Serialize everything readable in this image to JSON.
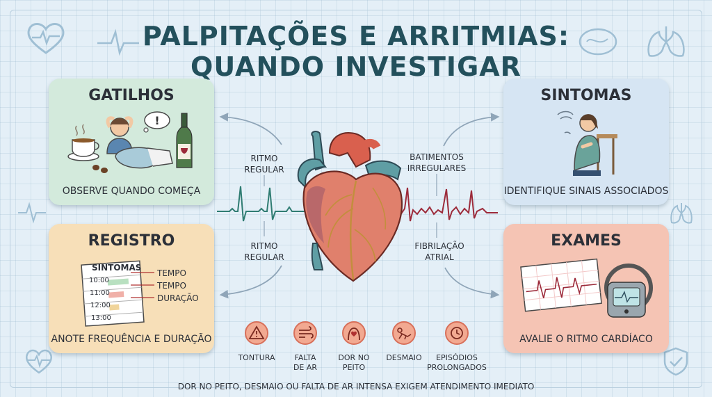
{
  "title": {
    "line1": "PALPITAÇÕES E ARRITMIAS:",
    "line2": "QUANDO INVESTIGAR"
  },
  "panels": {
    "gatilhos": {
      "title": "GATILHOS",
      "caption": "OBSERVE QUANDO COMEÇA"
    },
    "sintomas": {
      "title": "SINTOMAS",
      "caption": "IDENTIFIQUE SINAIS ASSOCIADOS"
    },
    "registro": {
      "title": "REGISTRO",
      "caption": "ANOTE FREQUÊNCIA E DURAÇÃO",
      "log_header": "SINTOMAS",
      "times": [
        "10:00",
        "11:00",
        "12:00",
        "13:00"
      ],
      "annotations": [
        "TEMPO",
        "TEMPO",
        "DURAÇÃO"
      ]
    },
    "exames": {
      "title": "EXAMES",
      "caption": "AVALIE O RITMO CARDÍACO"
    }
  },
  "center_labels": {
    "ritmo_top": "RITMO\nREGULAR",
    "ritmo_bottom": "RITMO\nREGULAR",
    "batimentos": "BATIMENTOS\nIRREGULARES",
    "fibrilacao": "FIBRILAÇÃO\nATRIAL"
  },
  "symptoms": [
    {
      "label": "TONTURA",
      "icon": "warning-icon"
    },
    {
      "label": "FALTA\nDE AR",
      "icon": "wind-icon"
    },
    {
      "label": "DOR NO\nPEITO",
      "icon": "chest-pain-icon"
    },
    {
      "label": "DESMAIO",
      "icon": "fainting-icon"
    },
    {
      "label": "EPISÓDIOS\nPROLONGADOS",
      "icon": "clock-icon"
    }
  ],
  "warning": "DOR NO PEITO, DESMAIO OU FALTA DE AR INTENSA EXIGEM ATENDIMENTO IMEDIATO",
  "colors": {
    "gatilhos": "#d3eadc",
    "sintomas": "#d6e5f3",
    "registro": "#f7dfb8",
    "exames": "#f5c4b4",
    "ecg_regular": "#2f7c72",
    "ecg_irregular": "#9c2a3a",
    "title": "#23505c"
  }
}
